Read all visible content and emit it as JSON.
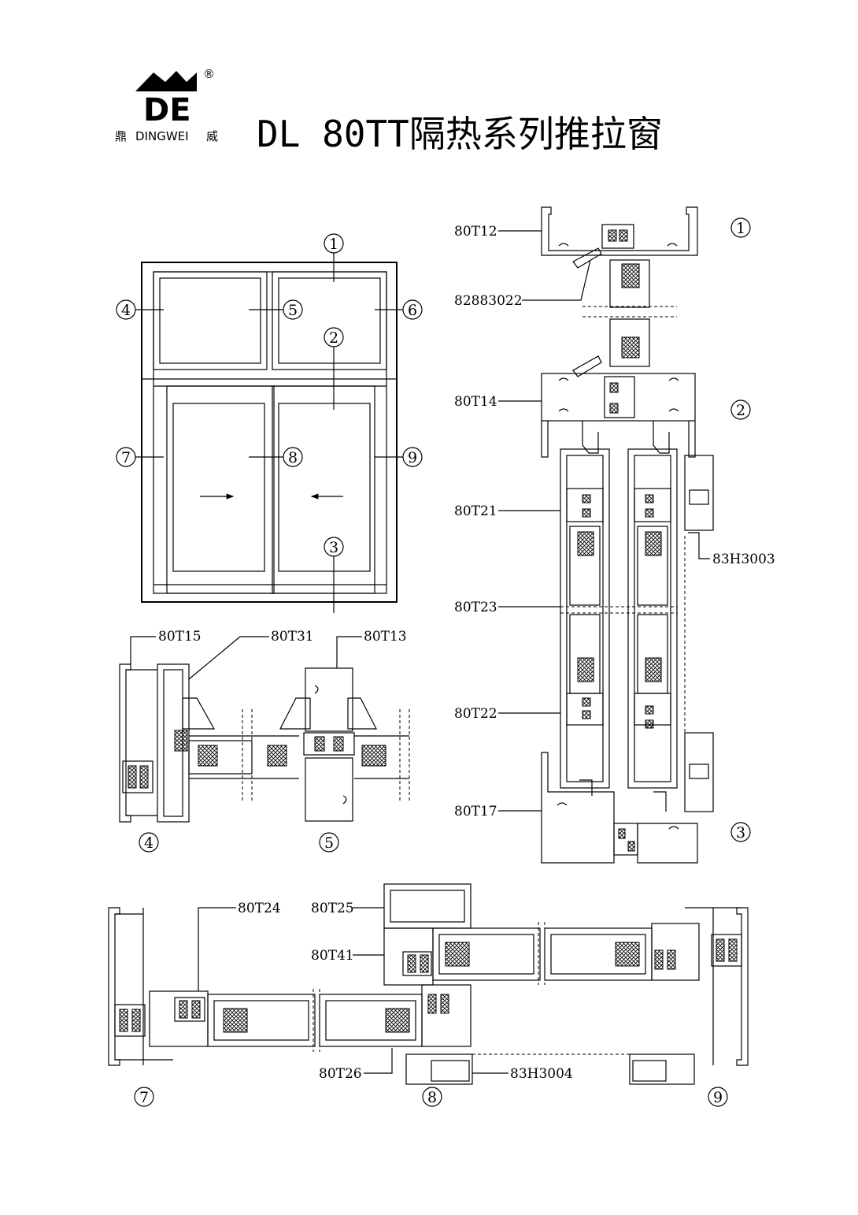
{
  "header": {
    "brand_left": "鼎",
    "brand_name": "DINGWEI",
    "brand_right": "威",
    "registered_mark": "®",
    "logo_text": "DE",
    "title": "DL 80TT隔热系列推拉窗"
  },
  "elevation": {
    "markers": [
      {
        "id": "1",
        "symbol": "①"
      },
      {
        "id": "2",
        "symbol": "②"
      },
      {
        "id": "3",
        "symbol": "③"
      },
      {
        "id": "4",
        "symbol": "④"
      },
      {
        "id": "5",
        "symbol": "⑤"
      },
      {
        "id": "6",
        "symbol": "⑥"
      },
      {
        "id": "7",
        "symbol": "⑦"
      },
      {
        "id": "8",
        "symbol": "⑧"
      },
      {
        "id": "9",
        "symbol": "⑨"
      }
    ]
  },
  "vertical_section": {
    "labels": [
      "80T12",
      "82883022",
      "80T14",
      "80T21",
      "83H3003",
      "80T23",
      "80T22",
      "80T17"
    ],
    "markers": [
      "①",
      "②",
      "③"
    ]
  },
  "section_45": {
    "labels": [
      "80T15",
      "80T31",
      "80T13"
    ],
    "markers": [
      "④",
      "⑤"
    ]
  },
  "section_789": {
    "labels": [
      "80T24",
      "80T25",
      "80T41",
      "80T26",
      "83H3004"
    ],
    "markers": [
      "⑦",
      "⑧",
      "⑨"
    ]
  }
}
